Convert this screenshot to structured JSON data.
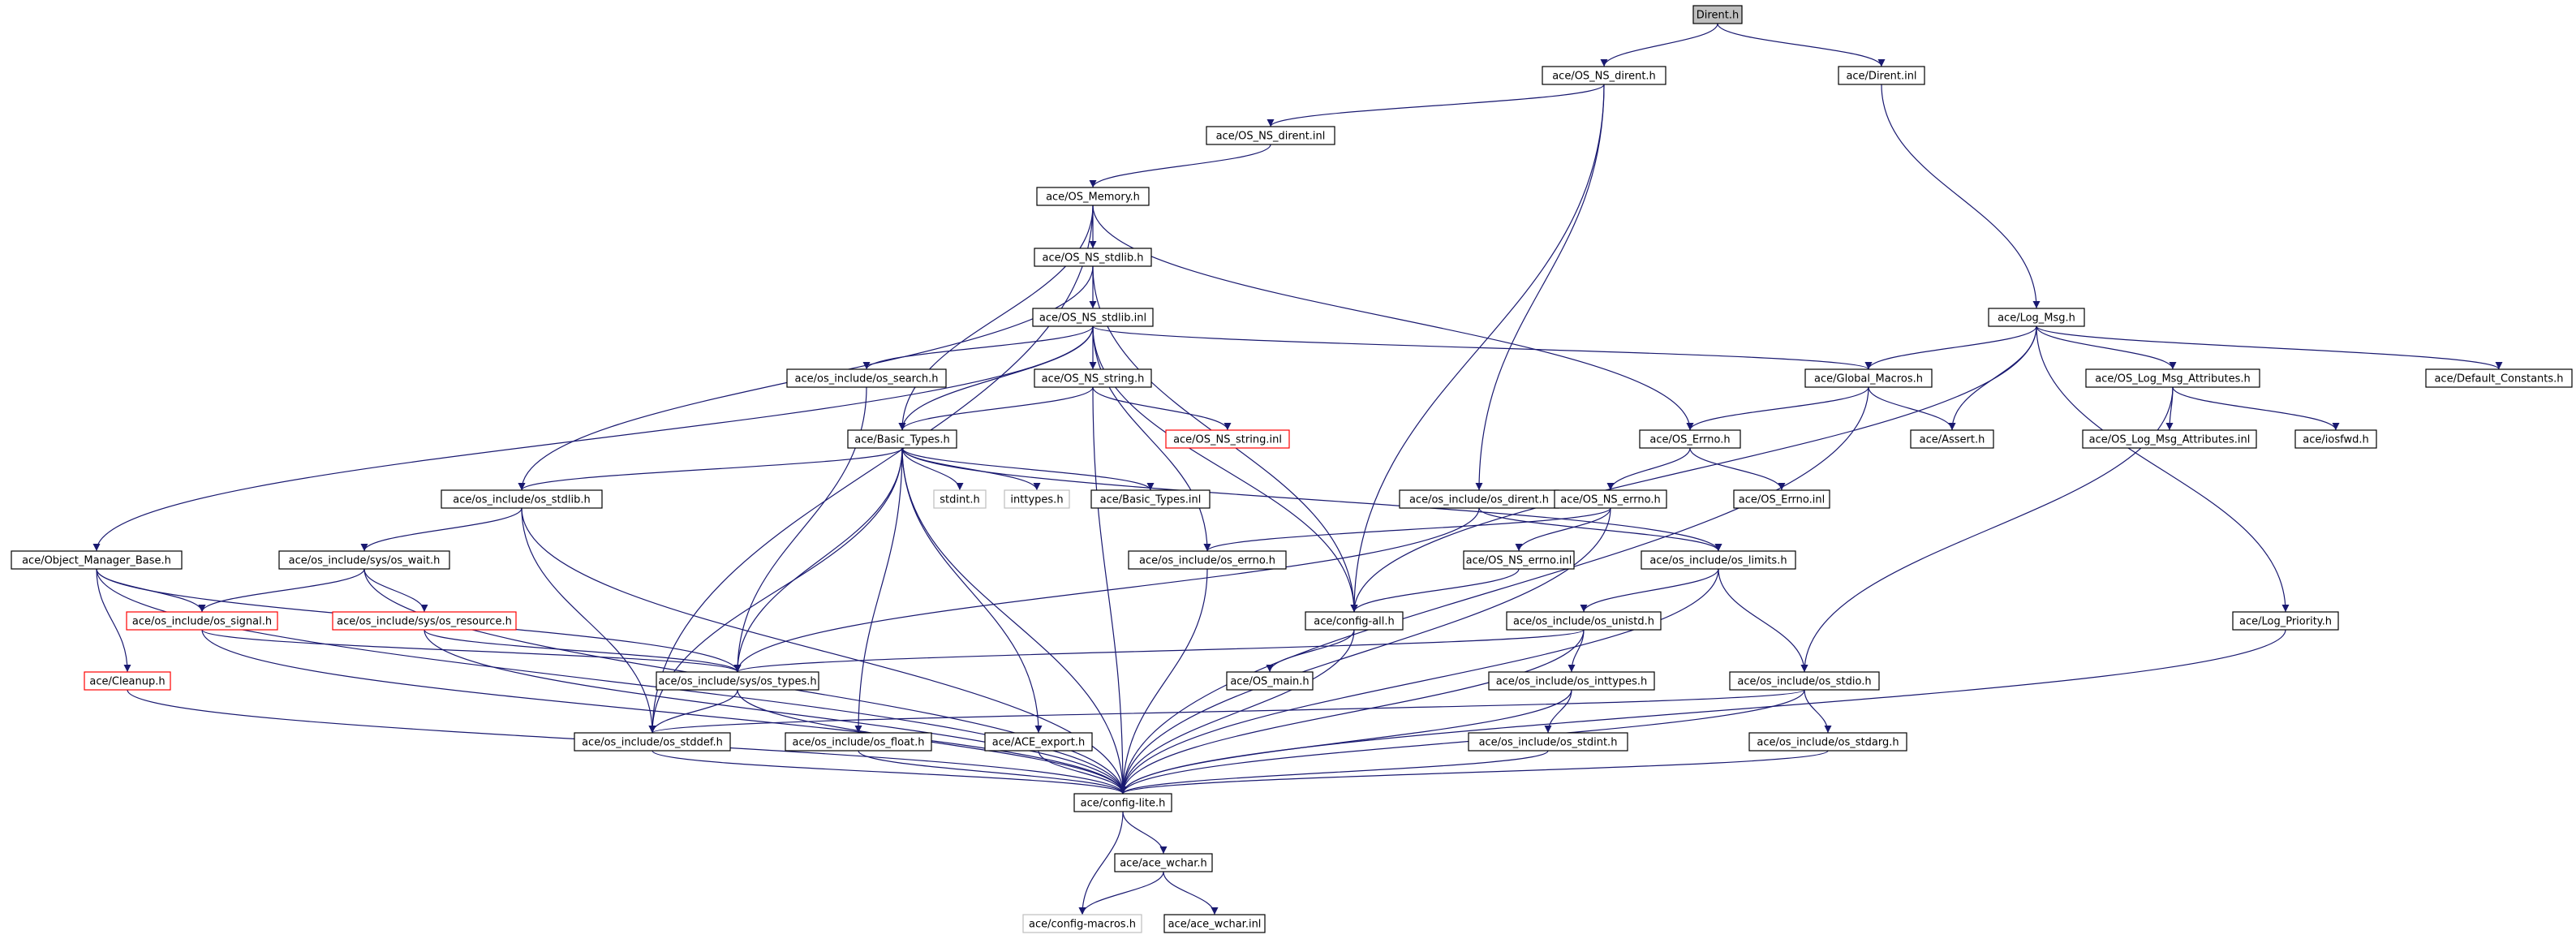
{
  "graph": {
    "root": "Dirent.h",
    "colors": {
      "edge": "#191970",
      "node_border": "#000000",
      "root_fill": "#bfbfbf",
      "truncated_border": "#ff0000",
      "missing_border": "#bfbfbf"
    },
    "nodes": [
      {
        "id": "dirent_h",
        "label": "Dirent.h",
        "style": "root"
      },
      {
        "id": "os_ns_dirent_h",
        "label": "ace/OS_NS_dirent.h"
      },
      {
        "id": "dirent_inl",
        "label": "ace/Dirent.inl"
      },
      {
        "id": "os_ns_dirent_inl",
        "label": "ace/OS_NS_dirent.inl"
      },
      {
        "id": "os_memory_h",
        "label": "ace/OS_Memory.h"
      },
      {
        "id": "os_ns_stdlib_h",
        "label": "ace/OS_NS_stdlib.h"
      },
      {
        "id": "os_ns_stdlib_inl",
        "label": "ace/OS_NS_stdlib.inl"
      },
      {
        "id": "log_msg_h",
        "label": "ace/Log_Msg.h"
      },
      {
        "id": "os_search_h",
        "label": "ace/os_include/os_search.h"
      },
      {
        "id": "os_ns_string_h",
        "label": "ace/OS_NS_string.h"
      },
      {
        "id": "global_macros_h",
        "label": "ace/Global_Macros.h"
      },
      {
        "id": "os_log_msg_attributes_h",
        "label": "ace/OS_Log_Msg_Attributes.h"
      },
      {
        "id": "default_constants_h",
        "label": "ace/Default_Constants.h"
      },
      {
        "id": "basic_types_h",
        "label": "ace/Basic_Types.h"
      },
      {
        "id": "os_ns_string_inl",
        "label": "ace/OS_NS_string.inl",
        "style": "truncated"
      },
      {
        "id": "os_errno_h",
        "label": "ace/OS_Errno.h"
      },
      {
        "id": "assert_h",
        "label": "ace/Assert.h"
      },
      {
        "id": "os_log_msg_attributes_inl",
        "label": "ace/OS_Log_Msg_Attributes.inl"
      },
      {
        "id": "iosfwd_h",
        "label": "ace/iosfwd.h"
      },
      {
        "id": "os_stdlib_h",
        "label": "ace/os_include/os_stdlib.h"
      },
      {
        "id": "stdint_h",
        "label": "stdint.h",
        "style": "missing"
      },
      {
        "id": "inttypes_h",
        "label": "inttypes.h",
        "style": "missing"
      },
      {
        "id": "basic_types_inl",
        "label": "ace/Basic_Types.inl"
      },
      {
        "id": "os_dirent_h",
        "label": "ace/os_include/os_dirent.h"
      },
      {
        "id": "os_ns_errno_h",
        "label": "ace/OS_NS_errno.h"
      },
      {
        "id": "os_errno_inl",
        "label": "ace/OS_Errno.inl"
      },
      {
        "id": "object_manager_base_h",
        "label": "ace/Object_Manager_Base.h"
      },
      {
        "id": "os_wait_h",
        "label": "ace/os_include/sys/os_wait.h"
      },
      {
        "id": "os_errno_inc_h",
        "label": "ace/os_include/os_errno.h"
      },
      {
        "id": "os_ns_errno_inl",
        "label": "ace/OS_NS_errno.inl"
      },
      {
        "id": "os_limits_h",
        "label": "ace/os_include/os_limits.h"
      },
      {
        "id": "os_signal_h",
        "label": "ace/os_include/os_signal.h",
        "style": "truncated"
      },
      {
        "id": "os_resource_h",
        "label": "ace/os_include/sys/os_resource.h",
        "style": "truncated"
      },
      {
        "id": "config_all_h",
        "label": "ace/config-all.h"
      },
      {
        "id": "os_unistd_h",
        "label": "ace/os_include/os_unistd.h"
      },
      {
        "id": "log_priority_h",
        "label": "ace/Log_Priority.h"
      },
      {
        "id": "cleanup_h",
        "label": "ace/Cleanup.h",
        "style": "truncated"
      },
      {
        "id": "os_types_h",
        "label": "ace/os_include/sys/os_types.h"
      },
      {
        "id": "os_main_h",
        "label": "ace/OS_main.h"
      },
      {
        "id": "os_inttypes_h",
        "label": "ace/os_include/os_inttypes.h"
      },
      {
        "id": "os_stdio_h",
        "label": "ace/os_include/os_stdio.h"
      },
      {
        "id": "os_stddef_h",
        "label": "ace/os_include/os_stddef.h"
      },
      {
        "id": "os_float_h",
        "label": "ace/os_include/os_float.h"
      },
      {
        "id": "ace_export_h",
        "label": "ace/ACE_export.h"
      },
      {
        "id": "os_stdint_h",
        "label": "ace/os_include/os_stdint.h"
      },
      {
        "id": "os_stdarg_h",
        "label": "ace/os_include/os_stdarg.h"
      },
      {
        "id": "config_lite_h",
        "label": "ace/config-lite.h"
      },
      {
        "id": "ace_wchar_h",
        "label": "ace/ace_wchar.h"
      },
      {
        "id": "config_macros_h",
        "label": "ace/config-macros.h",
        "style": "missing"
      },
      {
        "id": "ace_wchar_inl",
        "label": "ace/ace_wchar.inl"
      }
    ],
    "edges": [
      [
        "dirent_h",
        "os_ns_dirent_h"
      ],
      [
        "dirent_h",
        "dirent_inl"
      ],
      [
        "os_ns_dirent_h",
        "os_ns_dirent_inl"
      ],
      [
        "os_ns_dirent_h",
        "os_dirent_h"
      ],
      [
        "os_ns_dirent_h",
        "config_all_h"
      ],
      [
        "dirent_inl",
        "log_msg_h"
      ],
      [
        "os_ns_dirent_inl",
        "os_memory_h"
      ],
      [
        "os_memory_h",
        "os_ns_stdlib_h"
      ],
      [
        "os_memory_h",
        "basic_types_h"
      ],
      [
        "os_memory_h",
        "os_errno_h"
      ],
      [
        "os_memory_h",
        "os_stddef_h"
      ],
      [
        "os_ns_stdlib_h",
        "os_ns_stdlib_inl"
      ],
      [
        "os_ns_stdlib_h",
        "os_stdlib_h"
      ],
      [
        "os_ns_stdlib_h",
        "config_all_h"
      ],
      [
        "os_ns_stdlib_inl",
        "os_search_h"
      ],
      [
        "os_ns_stdlib_inl",
        "os_ns_string_h"
      ],
      [
        "os_ns_stdlib_inl",
        "global_macros_h"
      ],
      [
        "os_ns_stdlib_inl",
        "basic_types_h"
      ],
      [
        "os_ns_stdlib_inl",
        "object_manager_base_h"
      ],
      [
        "os_ns_stdlib_inl",
        "os_errno_inc_h"
      ],
      [
        "os_ns_stdlib_inl",
        "config_all_h"
      ],
      [
        "os_search_h",
        "os_types_h"
      ],
      [
        "os_ns_string_h",
        "basic_types_h"
      ],
      [
        "os_ns_string_h",
        "os_ns_string_inl"
      ],
      [
        "os_ns_string_h",
        "config_lite_h"
      ],
      [
        "log_msg_h",
        "global_macros_h"
      ],
      [
        "log_msg_h",
        "os_log_msg_attributes_h"
      ],
      [
        "log_msg_h",
        "default_constants_h"
      ],
      [
        "log_msg_h",
        "assert_h"
      ],
      [
        "log_msg_h",
        "log_priority_h"
      ],
      [
        "log_msg_h",
        "config_all_h"
      ],
      [
        "global_macros_h",
        "os_errno_h"
      ],
      [
        "global_macros_h",
        "assert_h"
      ],
      [
        "global_macros_h",
        "config_lite_h"
      ],
      [
        "os_log_msg_attributes_h",
        "os_log_msg_attributes_inl"
      ],
      [
        "os_log_msg_attributes_h",
        "iosfwd_h"
      ],
      [
        "os_log_msg_attributes_h",
        "os_stdio_h"
      ],
      [
        "os_errno_h",
        "os_ns_errno_h"
      ],
      [
        "os_errno_h",
        "os_errno_inl"
      ],
      [
        "basic_types_h",
        "os_stdlib_h"
      ],
      [
        "basic_types_h",
        "stdint_h"
      ],
      [
        "basic_types_h",
        "inttypes_h"
      ],
      [
        "basic_types_h",
        "basic_types_inl"
      ],
      [
        "basic_types_h",
        "os_limits_h"
      ],
      [
        "basic_types_h",
        "os_types_h"
      ],
      [
        "basic_types_h",
        "os_stddef_h"
      ],
      [
        "basic_types_h",
        "os_float_h"
      ],
      [
        "basic_types_h",
        "ace_export_h"
      ],
      [
        "basic_types_h",
        "config_lite_h"
      ],
      [
        "os_stdlib_h",
        "os_wait_h"
      ],
      [
        "os_stdlib_h",
        "os_stddef_h"
      ],
      [
        "os_stdlib_h",
        "config_lite_h"
      ],
      [
        "os_dirent_h",
        "os_limits_h"
      ],
      [
        "os_dirent_h",
        "os_types_h"
      ],
      [
        "os_ns_errno_h",
        "os_errno_inc_h"
      ],
      [
        "os_ns_errno_h",
        "os_ns_errno_inl"
      ],
      [
        "os_ns_errno_h",
        "config_lite_h"
      ],
      [
        "object_manager_base_h",
        "os_signal_h"
      ],
      [
        "object_manager_base_h",
        "cleanup_h"
      ],
      [
        "object_manager_base_h",
        "os_types_h"
      ],
      [
        "object_manager_base_h",
        "config_lite_h"
      ],
      [
        "os_wait_h",
        "os_signal_h"
      ],
      [
        "os_wait_h",
        "os_resource_h"
      ],
      [
        "os_wait_h",
        "config_lite_h"
      ],
      [
        "os_errno_inc_h",
        "config_lite_h"
      ],
      [
        "os_ns_errno_inl",
        "config_all_h"
      ],
      [
        "os_limits_h",
        "os_unistd_h"
      ],
      [
        "os_limits_h",
        "os_stdio_h"
      ],
      [
        "os_limits_h",
        "config_lite_h"
      ],
      [
        "os_signal_h",
        "os_types_h"
      ],
      [
        "os_signal_h",
        "config_lite_h"
      ],
      [
        "os_resource_h",
        "os_types_h"
      ],
      [
        "os_resource_h",
        "config_lite_h"
      ],
      [
        "config_all_h",
        "os_main_h"
      ],
      [
        "config_all_h",
        "config_lite_h"
      ],
      [
        "os_unistd_h",
        "os_types_h"
      ],
      [
        "os_unistd_h",
        "os_inttypes_h"
      ],
      [
        "os_unistd_h",
        "config_lite_h"
      ],
      [
        "log_priority_h",
        "config_lite_h"
      ],
      [
        "cleanup_h",
        "config_lite_h"
      ],
      [
        "os_types_h",
        "os_stddef_h"
      ],
      [
        "os_types_h",
        "config_lite_h"
      ],
      [
        "os_inttypes_h",
        "os_stdint_h"
      ],
      [
        "os_inttypes_h",
        "config_lite_h"
      ],
      [
        "os_stdio_h",
        "os_stddef_h"
      ],
      [
        "os_stdio_h",
        "os_stdarg_h"
      ],
      [
        "os_stdio_h",
        "config_lite_h"
      ],
      [
        "os_stddef_h",
        "config_lite_h"
      ],
      [
        "os_float_h",
        "config_lite_h"
      ],
      [
        "ace_export_h",
        "config_lite_h"
      ],
      [
        "os_stdint_h",
        "config_lite_h"
      ],
      [
        "os_stdarg_h",
        "config_lite_h"
      ],
      [
        "config_lite_h",
        "ace_wchar_h"
      ],
      [
        "config_lite_h",
        "config_macros_h"
      ],
      [
        "ace_wchar_h",
        "config_macros_h"
      ],
      [
        "ace_wchar_h",
        "ace_wchar_inl"
      ]
    ]
  }
}
